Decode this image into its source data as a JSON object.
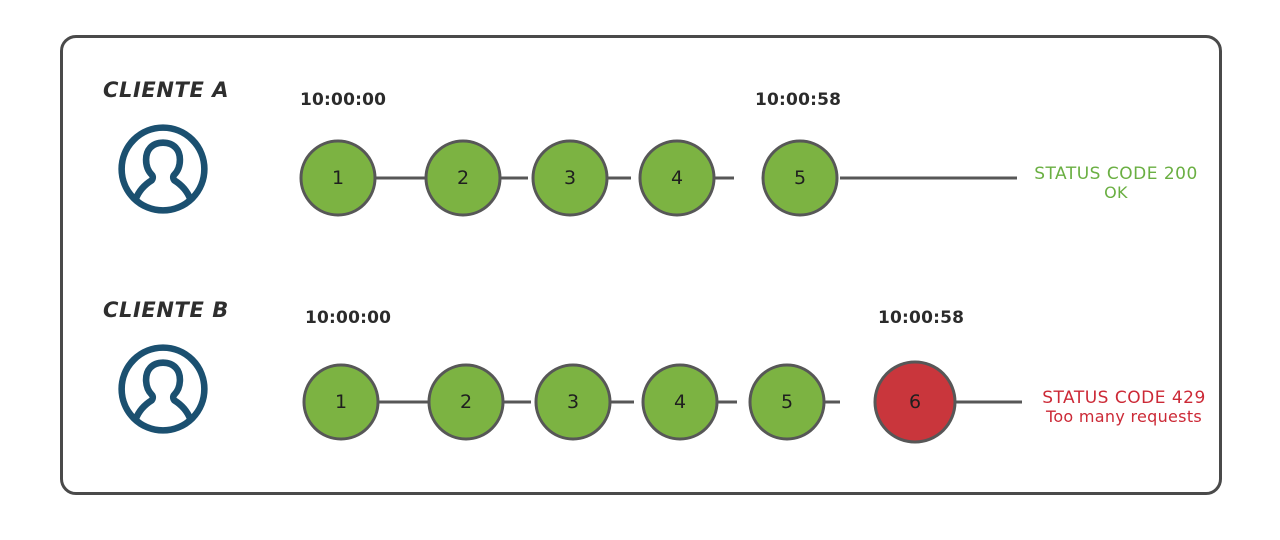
{
  "diagram": {
    "title_present": false,
    "background": "#ffffff",
    "frame_color": "#4a4a4a",
    "colors": {
      "node_ok": "#7cb342",
      "node_error": "#c9363c",
      "node_stroke": "#575757",
      "connector": "#575757",
      "avatar": "#1b5070",
      "status_ok_text": "#6aaf42",
      "status_error_text": "#cc2936",
      "label_text": "#2e2e2e",
      "timestamp_text": "#2b2b2b"
    },
    "rows": [
      {
        "id": "cliente-a",
        "label": "CLIENTE A",
        "avatar_icon": "user-avatar-icon",
        "start_time": "10:00:00",
        "end_time": "10:00:58",
        "nodes": [
          {
            "number": "1",
            "state": "ok"
          },
          {
            "number": "2",
            "state": "ok"
          },
          {
            "number": "3",
            "state": "ok"
          },
          {
            "number": "4",
            "state": "ok"
          },
          {
            "number": "5",
            "state": "ok"
          }
        ],
        "status": {
          "line1": "STATUS CODE 200",
          "line2": "OK",
          "state": "ok"
        }
      },
      {
        "id": "cliente-b",
        "label": "CLIENTE B",
        "avatar_icon": "user-avatar-icon",
        "start_time": "10:00:00",
        "end_time": "10:00:58",
        "nodes": [
          {
            "number": "1",
            "state": "ok"
          },
          {
            "number": "2",
            "state": "ok"
          },
          {
            "number": "3",
            "state": "ok"
          },
          {
            "number": "4",
            "state": "ok"
          },
          {
            "number": "5",
            "state": "ok"
          },
          {
            "number": "6",
            "state": "error"
          }
        ],
        "status": {
          "line1": "STATUS CODE 429",
          "line2": "Too many requests",
          "state": "error"
        }
      }
    ]
  }
}
